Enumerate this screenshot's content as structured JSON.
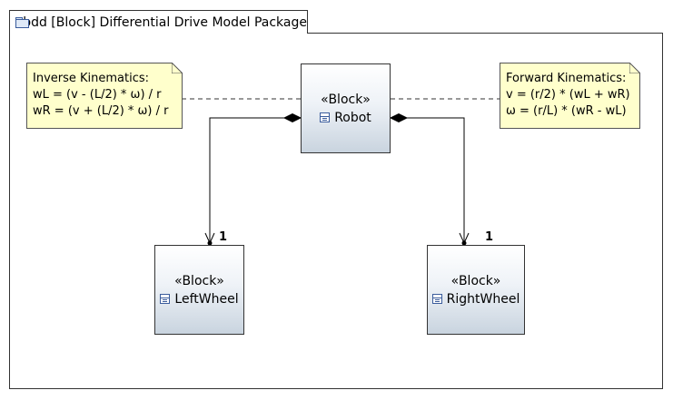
{
  "frame": {
    "title": "bdd [Block] Differential Drive Model Package",
    "icon": "folder-icon"
  },
  "blocks": {
    "robot": {
      "stereotype": "«Block»",
      "name": "Robot"
    },
    "left_wheel": {
      "stereotype": "«Block»",
      "name": "LeftWheel"
    },
    "right_wheel": {
      "stereotype": "«Block»",
      "name": "RightWheel"
    }
  },
  "notes": {
    "inverse": {
      "title": "Inverse Kinematics:",
      "line1": "wL = (v - (L/2) * ω) / r",
      "line2": "wR = (v + (L/2) * ω) / r"
    },
    "forward": {
      "title": "Forward Kinematics:",
      "line1": "v = (r/2) * (wL + wR)",
      "line2": "ω = (r/L) * (wR - wL)"
    }
  },
  "associations": {
    "left_multiplicity": "1",
    "right_multiplicity": "1"
  },
  "colors": {
    "note_fill": "#ffffcc",
    "block_gradient_bottom": "#c9d4df",
    "icon_blue": "#3a5c9c"
  }
}
